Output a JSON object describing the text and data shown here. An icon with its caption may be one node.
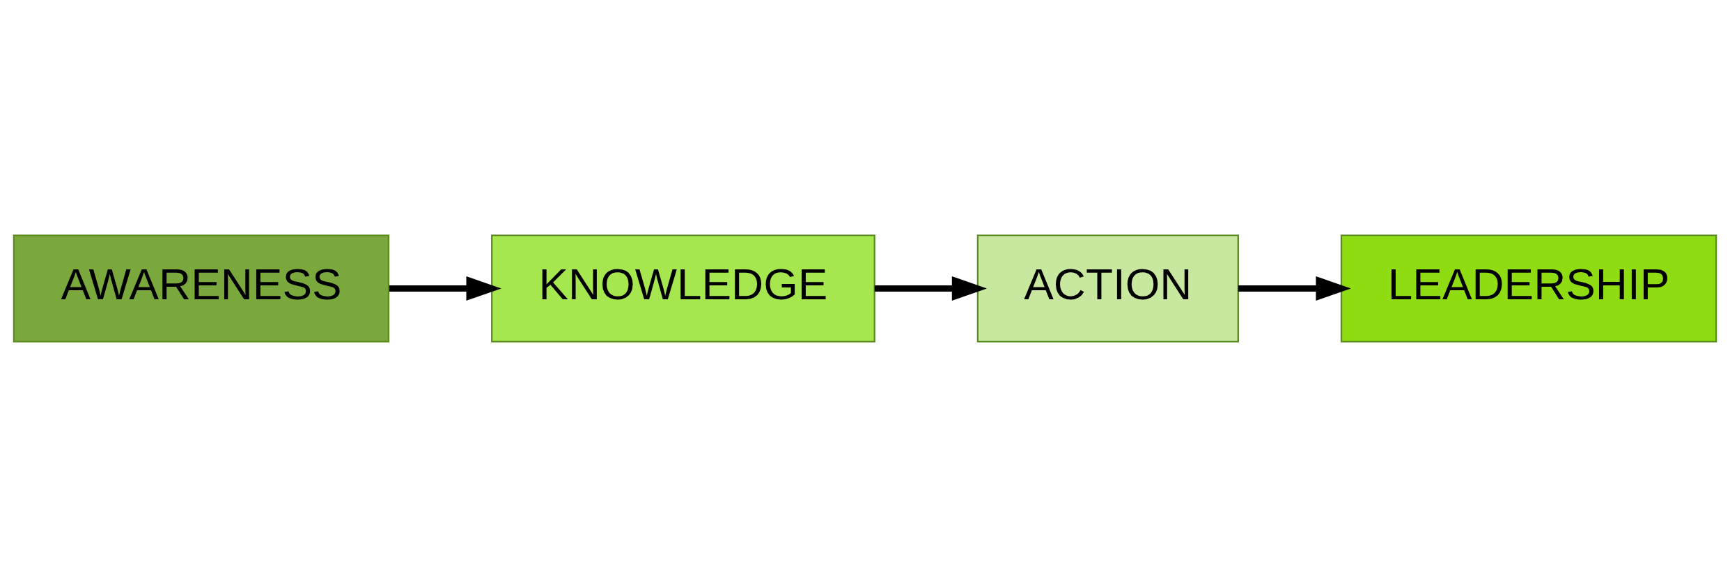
{
  "diagram": {
    "nodes": [
      {
        "text": [
          "AWARENESS"
        ]
      },
      {
        "text": [
          "KNOWLEDGE"
        ]
      },
      {
        "text": [
          "ACTION"
        ]
      },
      {
        "text": [
          "LEADERSHIP"
        ]
      }
    ],
    "edges": [
      {
        "from": 0,
        "to": 1,
        "arrow": "to"
      },
      {
        "from": 1,
        "to": 2,
        "arrow": "to"
      },
      {
        "from": 2,
        "to": 3,
        "arrow": "to"
      }
    ]
  }
}
